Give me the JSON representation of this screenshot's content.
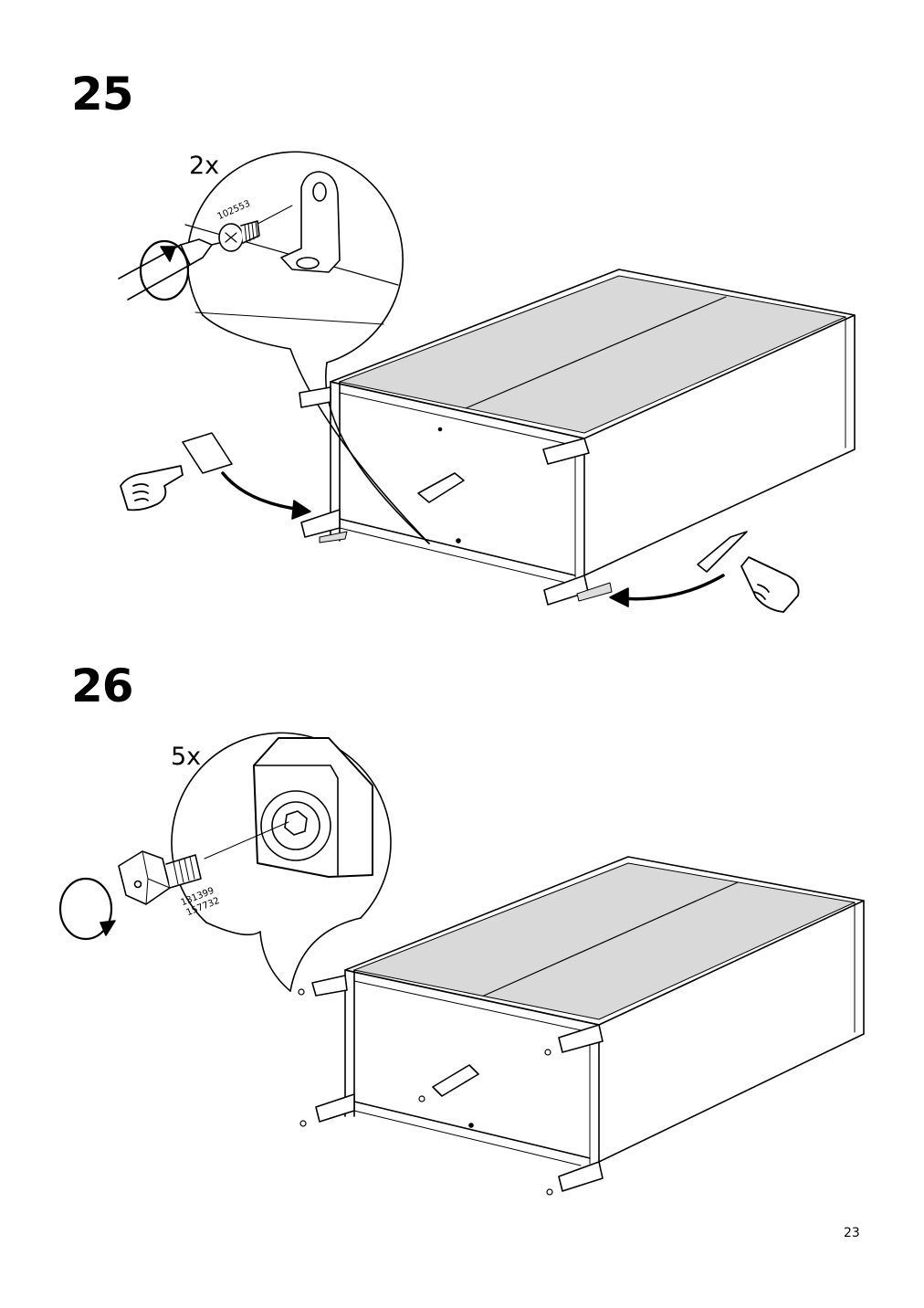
{
  "page_number": "23",
  "steps": [
    {
      "number": "25",
      "quantity": "2x",
      "part_numbers": [
        "102553"
      ]
    },
    {
      "number": "26",
      "quantity": "5x",
      "part_numbers": [
        "131399",
        "157732"
      ]
    }
  ]
}
